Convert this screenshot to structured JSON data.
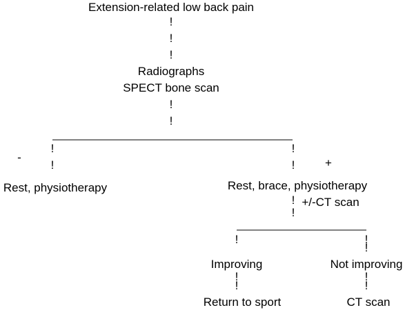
{
  "flowchart": {
    "start": "Extension-related low back pain",
    "imaging_line1": "Radiographs",
    "imaging_line2": "SPECT bone scan",
    "negative_sign": "-",
    "positive_sign": "+",
    "negative_outcome": "Rest, physiotherapy",
    "positive_outcome": "Rest, brace, physiotherapy",
    "positive_followup": "+/-CT scan",
    "improving": "Improving",
    "not_improving": "Not improving",
    "return_to_sport": "Return to sport",
    "ct_scan": "CT scan",
    "connector_glyph": "!"
  }
}
